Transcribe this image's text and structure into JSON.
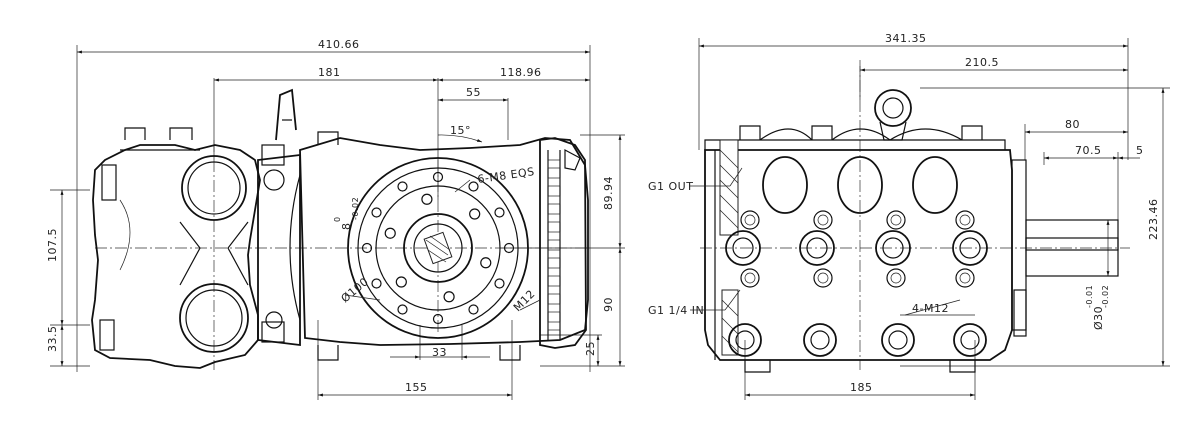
{
  "dimensions": {
    "overall_length": "410.66",
    "d181": "181",
    "d118_96": "118.96",
    "d55": "55",
    "angle15": "15°",
    "bolts_6m8": "6-M8 EQS",
    "d89_94": "89.94",
    "d107_5": "107.5",
    "d33_5": "33.5",
    "d8": "8",
    "d8_tol": "0",
    "d8_tol2": "-0.02",
    "dia100": "Ø100",
    "m12": "M12",
    "d90": "90",
    "d25": "25",
    "d33": "33",
    "d155": "155",
    "d341_35": "341.35",
    "d210_5": "210.5",
    "d80": "80",
    "d70_5": "70.5",
    "d5": "5",
    "d223_46": "223.46",
    "dia30": "Ø30",
    "dia30_tol": "-0.01",
    "dia30_tol2": "-0.02",
    "m12_4": "4-M12",
    "d185": "185"
  },
  "labels": {
    "g1_out": "G1 OUT",
    "g1_4_in": "G1 1/4 IN"
  }
}
